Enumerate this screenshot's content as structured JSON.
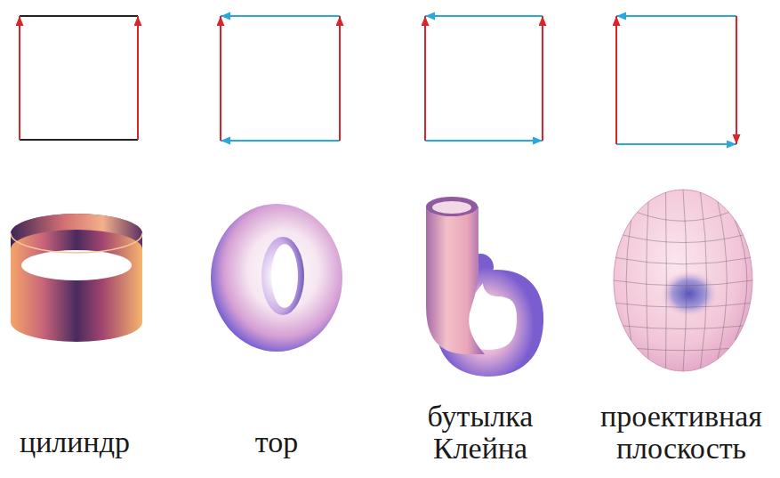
{
  "diagram": {
    "labels": [
      "цилиндр",
      "тор",
      "бутылка Клейна",
      "проективная плоскость"
    ]
  }
}
